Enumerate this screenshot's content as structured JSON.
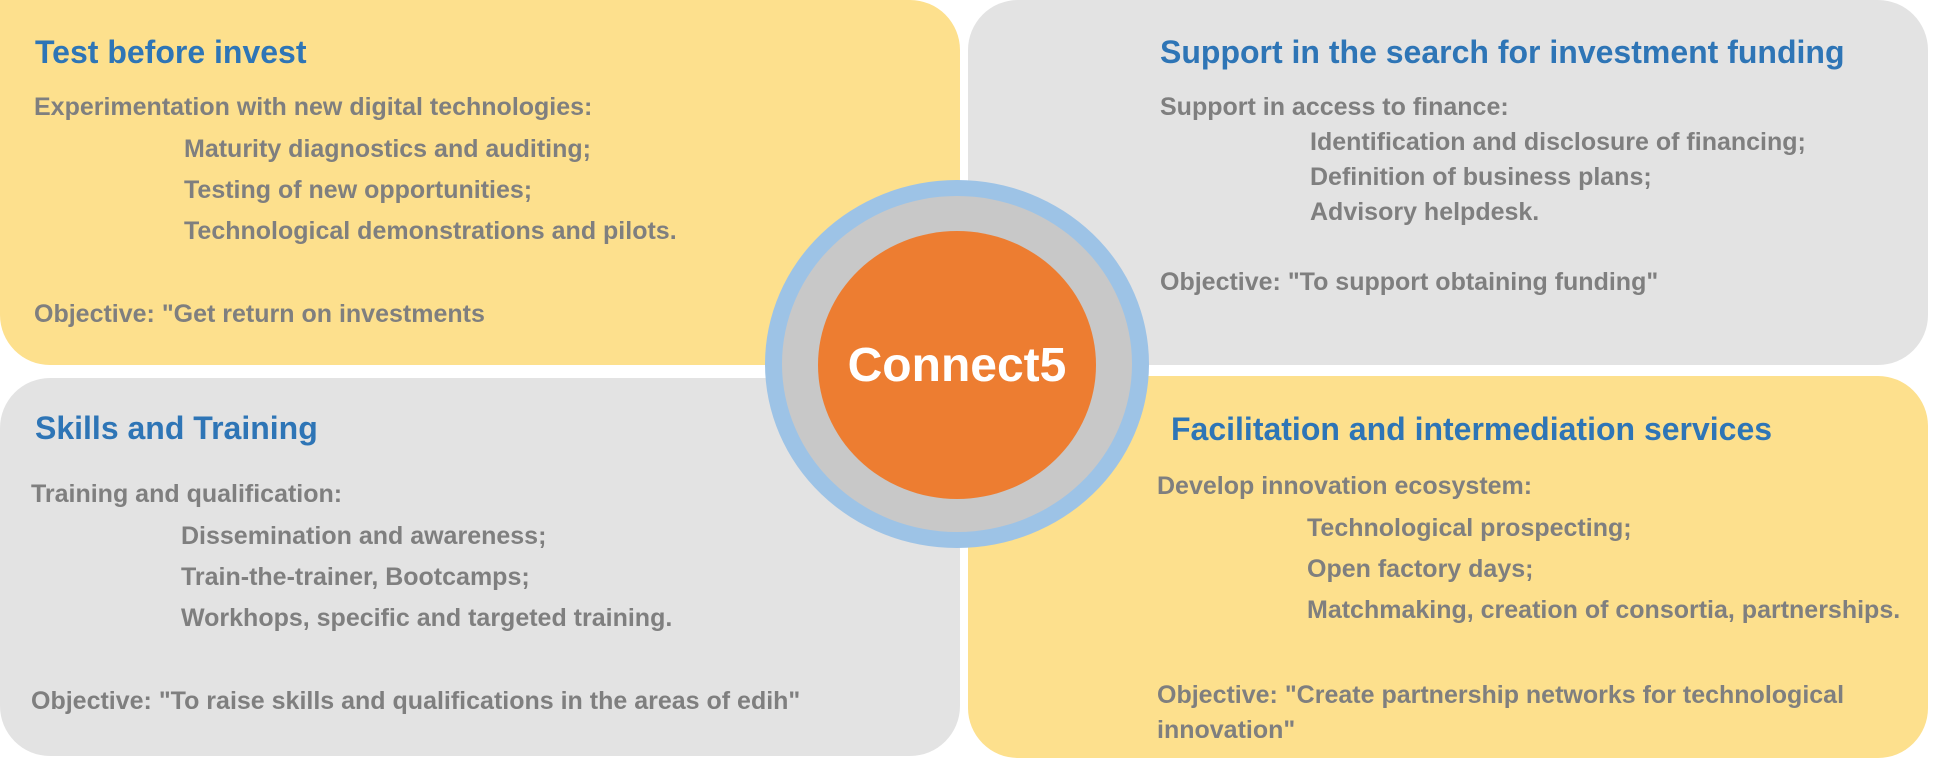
{
  "colors": {
    "yellow_box": "#fde08d",
    "gray_box": "#e3e3e3",
    "heading": "#2e75b6",
    "body_text": "#7f7f7f",
    "hub_orange": "#ed7d31",
    "hub_ring_gray": "#c8c8c8",
    "hub_ring_blue": "#9dc3e6"
  },
  "hub": {
    "label": "Connect5"
  },
  "quadrants": {
    "top_left": {
      "title": "Test before invest",
      "intro": "Experimentation with new digital technologies:",
      "items": [
        "Maturity diagnostics and auditing;",
        "Testing of new opportunities;",
        "Technological demonstrations and pilots."
      ],
      "objective": "Objective: \"Get return on investments"
    },
    "top_right": {
      "title": "Support in the search for investment funding",
      "intro": "Support in access to finance:",
      "items": [
        "Identification and disclosure of financing;",
        "Definition of business plans;",
        "Advisory helpdesk."
      ],
      "objective": "Objective: \"To support obtaining funding\""
    },
    "bottom_left": {
      "title": "Skills and Training",
      "intro": "Training and qualification:",
      "items": [
        "Dissemination and awareness;",
        "Train-the-trainer, Bootcamps;",
        "Workhops, specific and targeted training."
      ],
      "objective": "Objective: \"To raise skills and qualifications in the areas of edih\""
    },
    "bottom_right": {
      "title": "Facilitation and intermediation services",
      "intro": "Develop innovation ecosystem:",
      "items": [
        "Technological prospecting;",
        "Open factory days;",
        "Matchmaking, creation of consortia, partnerships."
      ],
      "objective": "Objective: \"Create partnership networks for technological innovation\""
    }
  }
}
